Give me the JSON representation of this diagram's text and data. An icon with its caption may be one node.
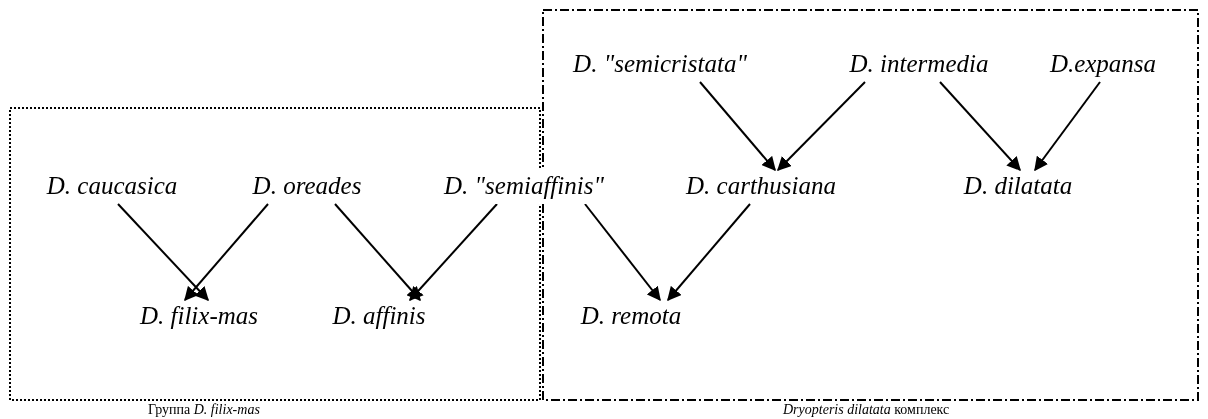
{
  "diagram": {
    "nodes": [
      {
        "text": [
          "Группа *D. filix-mas*"
        ]
      },
      {
        "text": [
          "*Dryopteris dilatata* комплекс"
        ]
      },
      {
        "text": [
          "D. \"semicristata\""
        ],
        "in": 1
      },
      {
        "text": [
          "D. intermedia"
        ],
        "in": 1
      },
      {
        "text": [
          "D.expansa"
        ],
        "in": 1
      },
      {
        "text": [
          "D. caucasica"
        ],
        "in": 0
      },
      {
        "text": [
          "D. oreades"
        ],
        "in": 0
      },
      {
        "text": [
          "D. \"semiaffinis\""
        ]
      },
      {
        "text": [
          "D. carthusiana"
        ],
        "in": 1
      },
      {
        "text": [
          "D. dilatata"
        ],
        "in": 1
      },
      {
        "text": [
          "D. filix-mas"
        ],
        "in": 0
      },
      {
        "text": [
          "D. affinis"
        ],
        "in": 0
      },
      {
        "text": [
          "D. remota"
        ],
        "in": 1
      }
    ],
    "edges": [
      {
        "from": 5,
        "to": 10,
        "arrow": "to"
      },
      {
        "from": 6,
        "to": 10,
        "arrow": "to"
      },
      {
        "from": 6,
        "to": 11,
        "arrow": "to"
      },
      {
        "from": 7,
        "to": 11,
        "arrow": "to"
      },
      {
        "from": 7,
        "to": 12,
        "arrow": "to"
      },
      {
        "from": 8,
        "to": 12,
        "arrow": "to"
      },
      {
        "from": 2,
        "to": 8,
        "arrow": "to"
      },
      {
        "from": 3,
        "to": 8,
        "arrow": "to"
      },
      {
        "from": 3,
        "to": 9,
        "arrow": "to"
      },
      {
        "from": 4,
        "to": 9,
        "arrow": "to"
      }
    ]
  }
}
